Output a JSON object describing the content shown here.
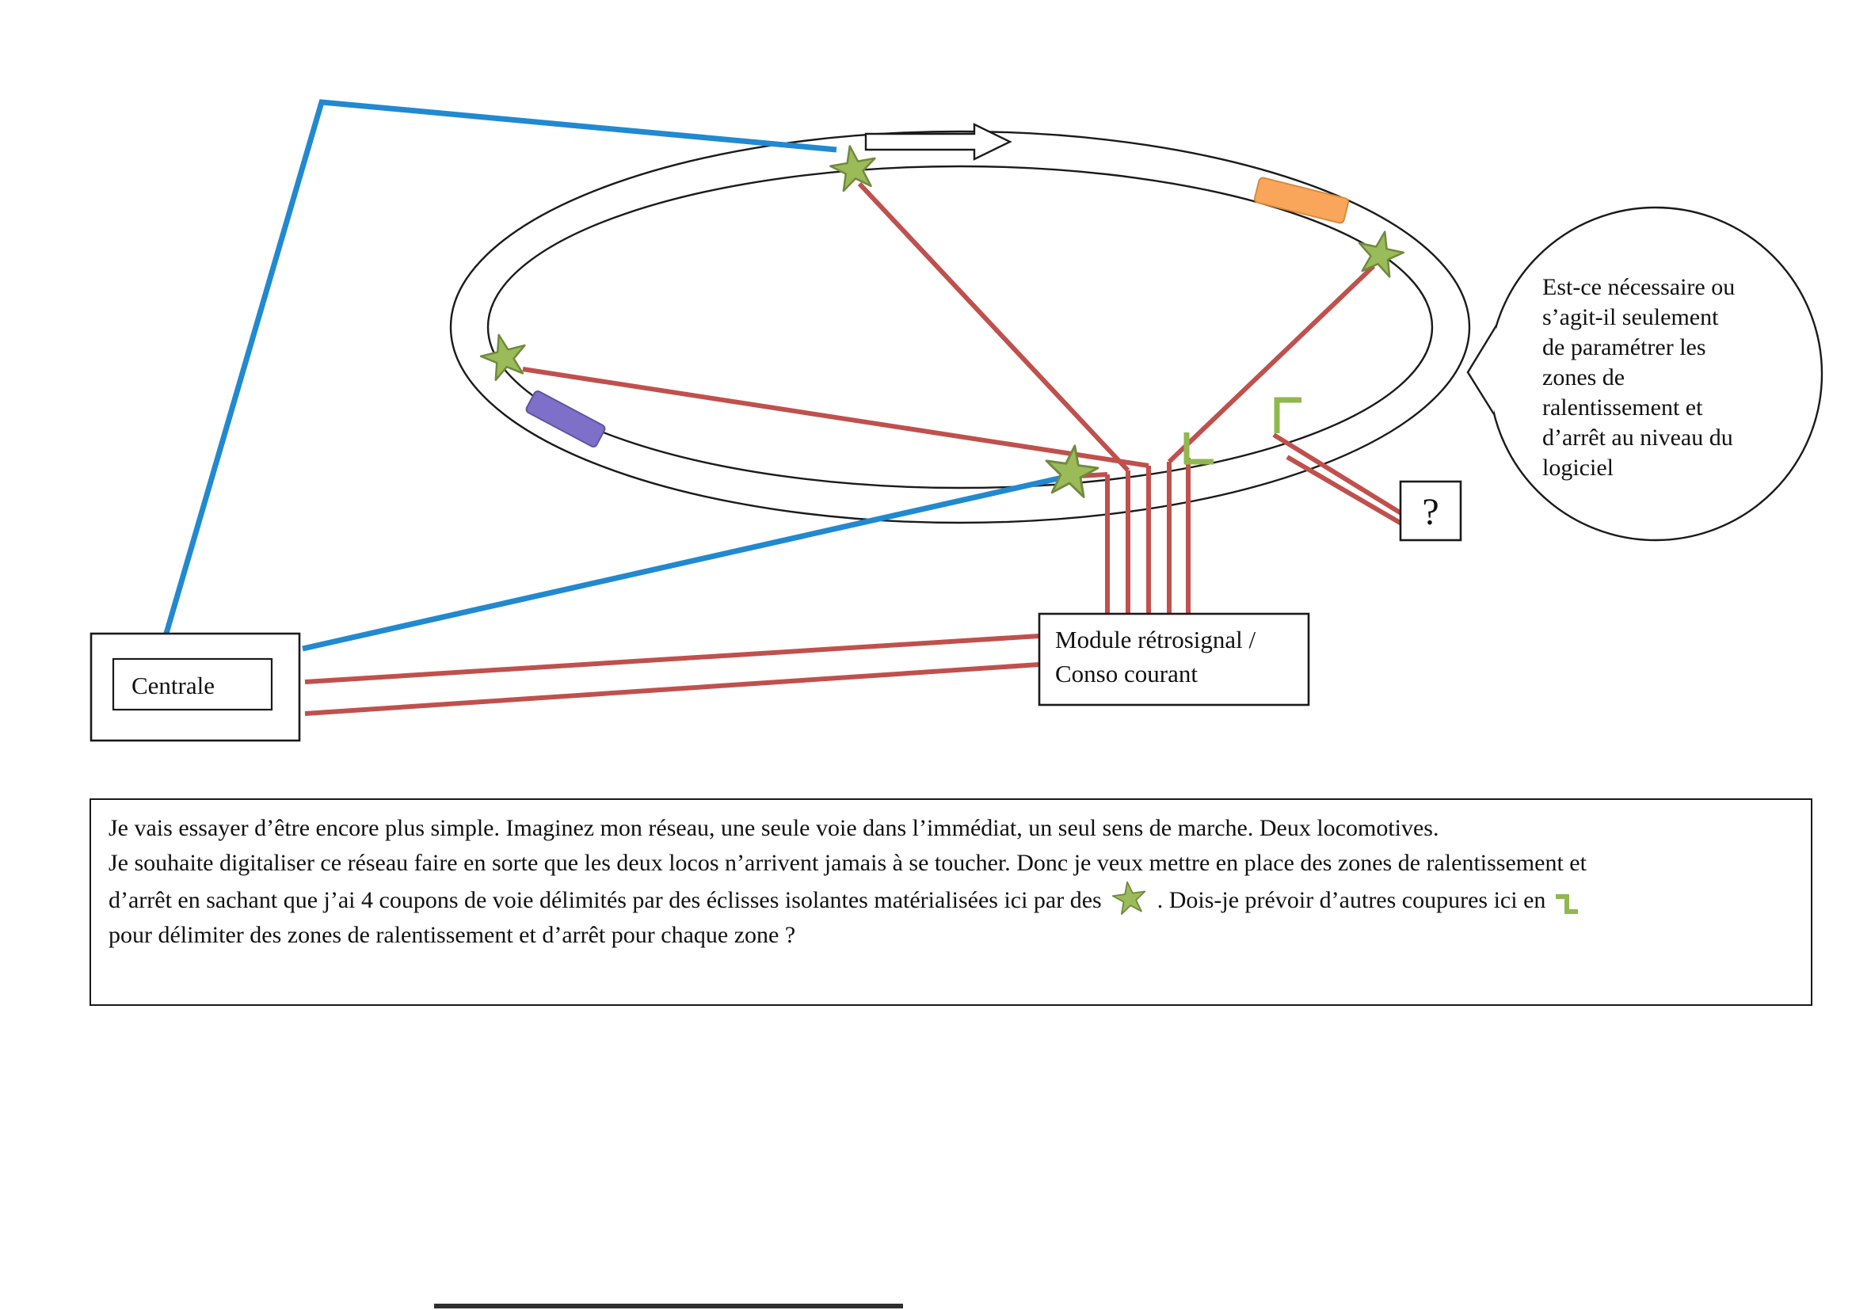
{
  "diagram": {
    "centrale": {
      "label": "Centrale"
    },
    "module": {
      "line1": "Module rétrosignal /",
      "line2": "Conso courant"
    },
    "question_box": {
      "label": "?"
    },
    "bubble": {
      "lines": [
        "Est-ce nécessaire ou",
        "s’agit-il seulement",
        "de paramétrer les",
        "zones de",
        "ralentissement et",
        "d’arrêt au niveau du",
        "logiciel"
      ]
    }
  },
  "note": {
    "line1": "Je vais essayer d’être encore plus simple. Imaginez mon réseau, une seule voie dans l’immédiat, un seul sens de marche. Deux locomotives.",
    "line2": "Je souhaite digitaliser ce réseau faire en sorte que les deux locos n’arrivent jamais à se toucher. Donc je veux mettre en place des zones de ralentissement et",
    "line3_part1": "d’arrêt en sachant que j’ai 4 coupons de voie délimités par des éclisses isolantes matérialisées ici par des",
    "line3_part2": ". Dois-je prévoir d’autres coupures ici en",
    "line4": "pour délimiter des zones de ralentissement et d’arrêt pour chaque zone ?"
  },
  "colors": {
    "wire_red": "#C0504D",
    "wire_blue": "#2189D0",
    "star_green": "#9BBB59",
    "star_edge": "#71893F",
    "cut_green": "#8FB84E",
    "loco_orange": "#F9A65A",
    "loco_purple": "#7E6FC9"
  }
}
